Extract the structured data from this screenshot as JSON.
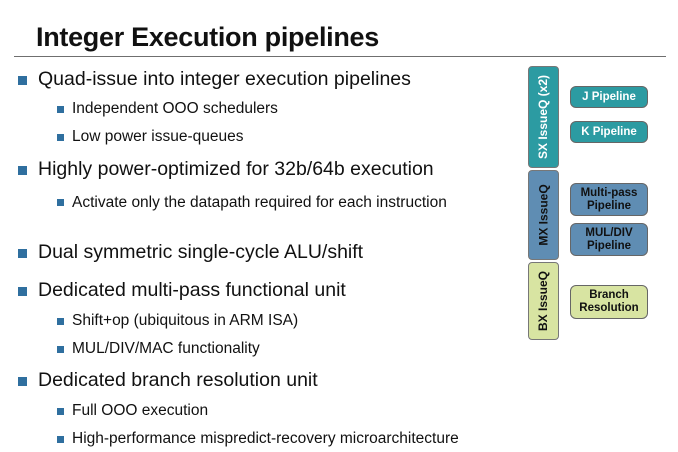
{
  "slide": {
    "title": "Integer Execution pipelines",
    "bullets": [
      "Quad-issue into integer execution pipelines",
      "Independent OOO schedulers",
      "Low power issue-queues",
      "Highly power-optimized for 32b/64b execution",
      "Activate only the datapath required for each instruction",
      "Dual symmetric single-cycle ALU/shift",
      "Dedicated multi-pass functional unit",
      "Shift+op (ubiquitous in ARM ISA)",
      "MUL/DIV/MAC functionality",
      "Dedicated branch resolution unit",
      "Full OOO execution",
      "High-performance mispredict-recovery microarchitecture"
    ],
    "bullet_color": "#2f6f9f"
  },
  "diagram": {
    "queues": [
      "SX IssueQ (x2)",
      "MX IssueQ",
      "BX IssueQ"
    ],
    "queue_colors": [
      "#2c9ba2",
      "#5f8db3",
      "#d8e4a2"
    ],
    "pipelines": {
      "j": "J Pipeline",
      "k": "K Pipeline",
      "multipass": "Multi-pass Pipeline",
      "muldiv": "MUL/DIV Pipeline",
      "branch": "Branch Resolution"
    }
  }
}
